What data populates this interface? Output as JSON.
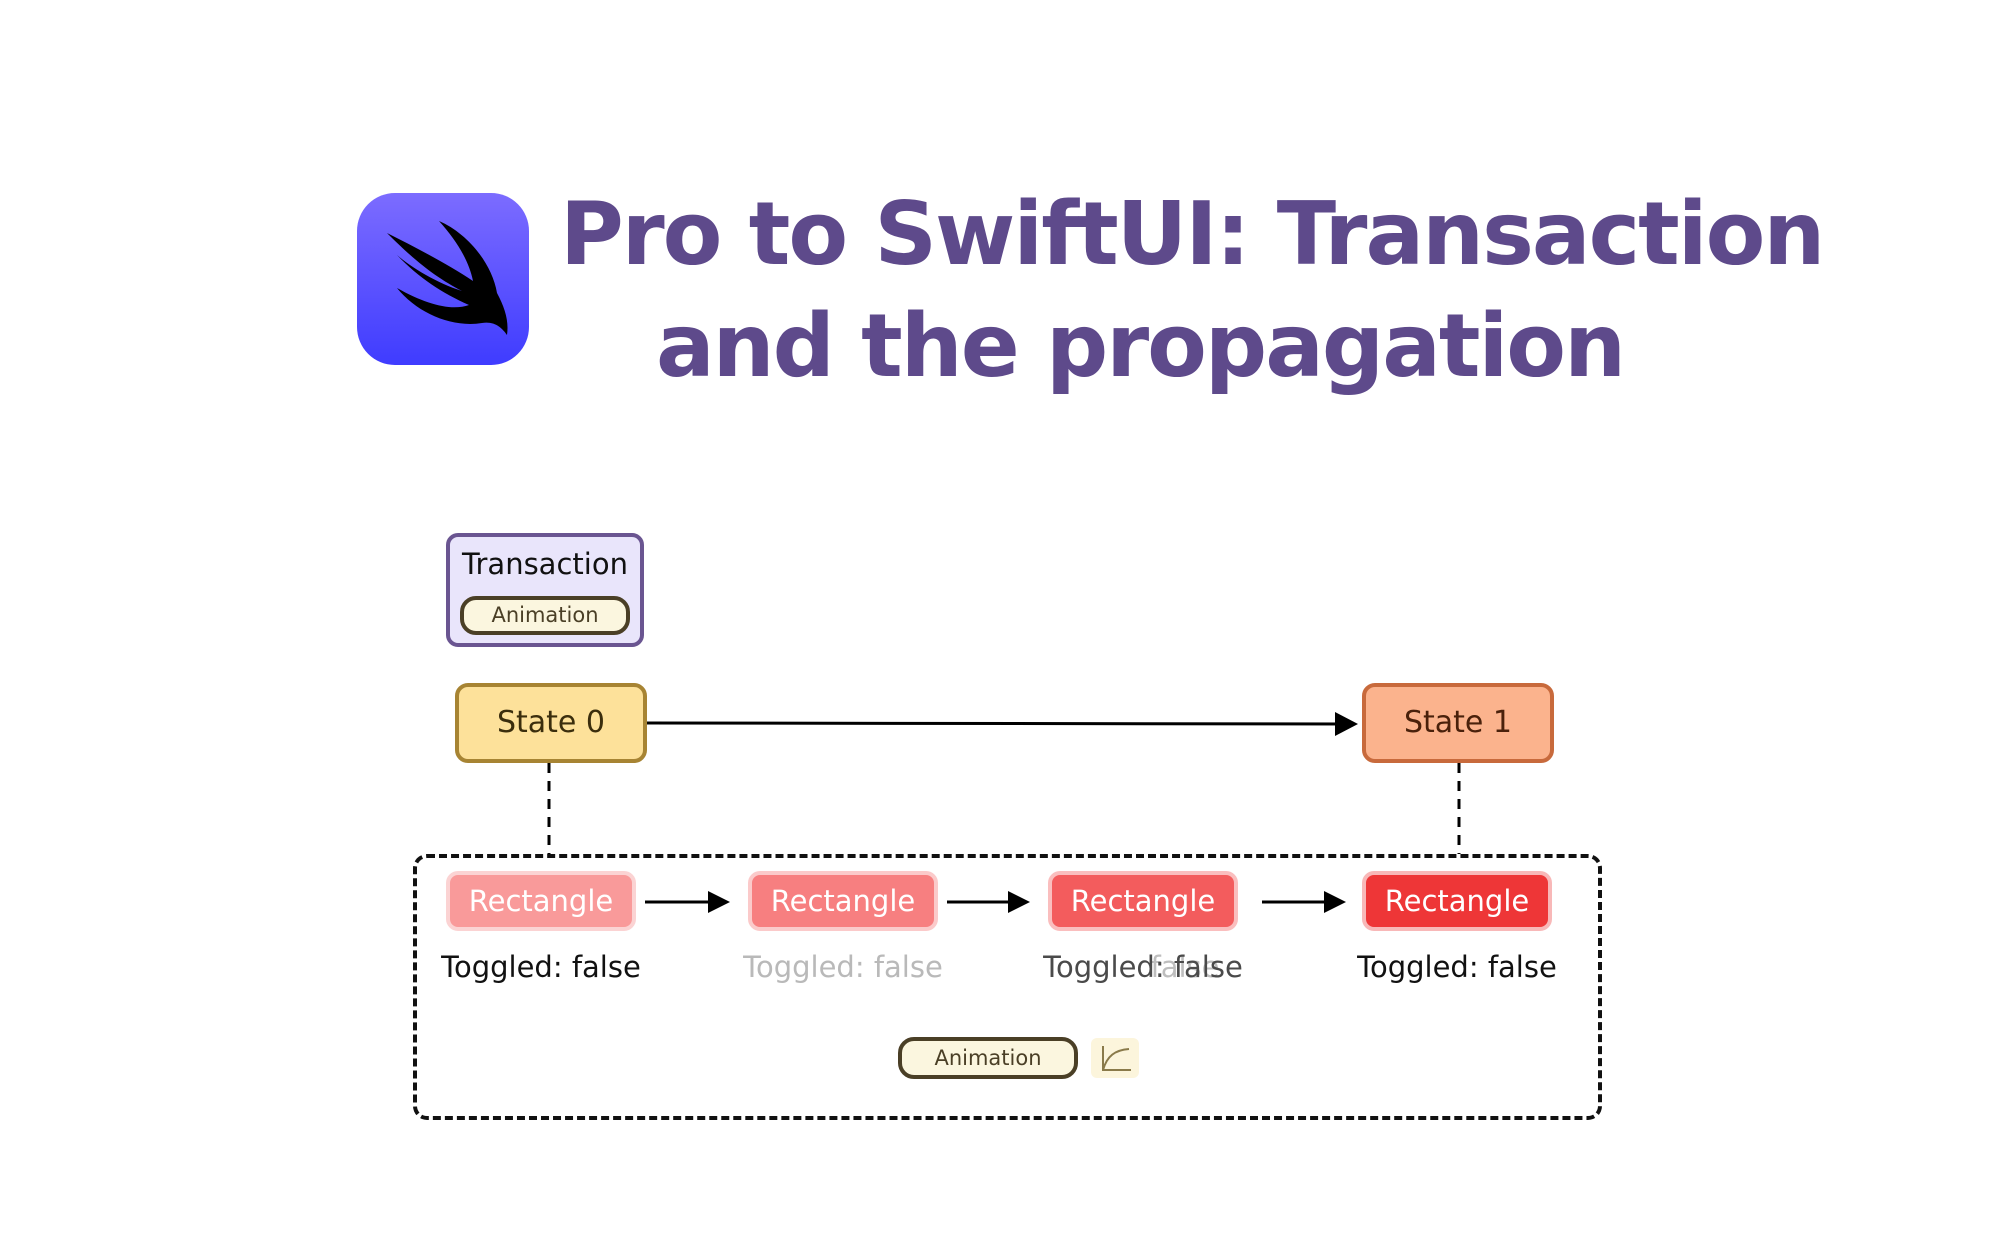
{
  "header": {
    "logo_icon": "swift-bird-icon",
    "title_line1": "Pro to SwiftUI: Transaction",
    "title_line2": "and the propagation"
  },
  "diagram": {
    "transaction": {
      "label": "Transaction",
      "animation_pill": "Animation"
    },
    "states": [
      {
        "label": "State 0"
      },
      {
        "label": "State 1"
      }
    ],
    "rectangles": [
      {
        "label": "Rectangle",
        "status": "Toggled: false"
      },
      {
        "label": "Rectangle",
        "status": "Toggled: false"
      },
      {
        "label": "Rectangle",
        "status": "Toggled: false"
      },
      {
        "label": "Rectangle",
        "status": "Toggled: false"
      }
    ],
    "ghost_status": "false",
    "animation_pill": "Animation",
    "curve_icon": "ease-curve-icon"
  },
  "colors": {
    "title": "#5e4a8b",
    "logo_gradient_top": "#7c6cff",
    "logo_gradient_bottom": "#3f3cff",
    "transaction_fill": "#e9e5fb",
    "transaction_border": "#6a5591",
    "state0_fill": "#fde19a",
    "state1_fill": "#fbb38d",
    "rect_fills": [
      "#f99a9a",
      "#f77f80",
      "#f35c5d",
      "#ee3637"
    ]
  }
}
